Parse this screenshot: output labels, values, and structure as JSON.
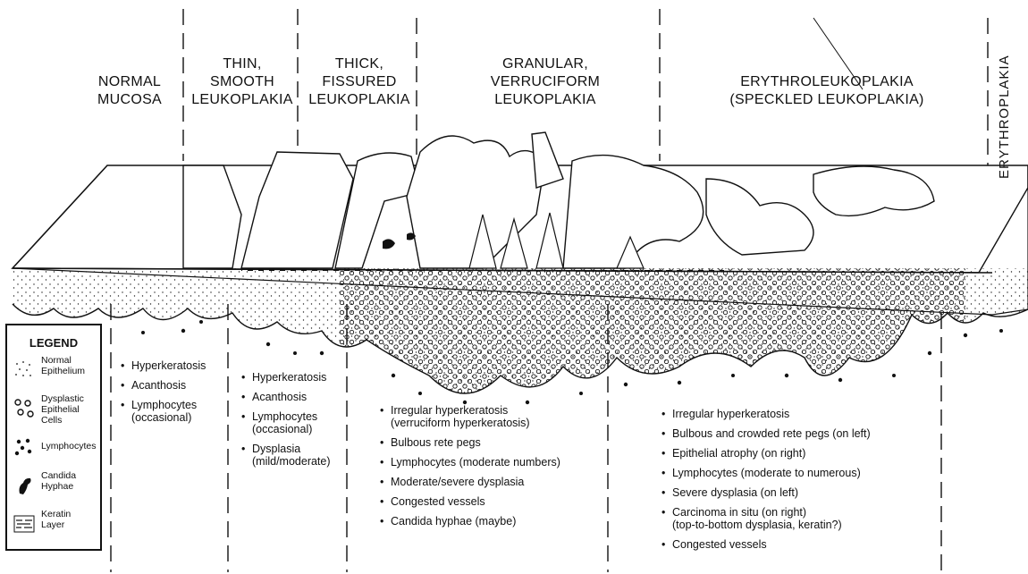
{
  "headers": [
    {
      "id": "normal",
      "lines": [
        "NORMAL",
        "MUCOSA"
      ]
    },
    {
      "id": "thin",
      "lines": [
        "THIN,",
        "SMOOTH",
        "LEUKOPLAKIA"
      ]
    },
    {
      "id": "thick",
      "lines": [
        "THICK,",
        "FISSURED",
        "LEUKOPLAKIA"
      ]
    },
    {
      "id": "granular",
      "lines": [
        "GRANULAR,",
        "VERRUCIFORM",
        "LEUKOPLAKIA"
      ]
    },
    {
      "id": "erythroleuko",
      "lines": [
        "ERYTHROLEUKOPLAKIA",
        "(SPECKLED LEUKOPLAKIA)"
      ]
    },
    {
      "id": "erythro",
      "lines": [
        "ERYTHROPLAKIA"
      ]
    }
  ],
  "findings": {
    "normal": [
      [
        "Hyperkeratosis"
      ],
      [
        "Acanthosis"
      ],
      [
        "Lymphocytes",
        "(occasional)"
      ]
    ],
    "thin": [
      [
        "Hyperkeratosis"
      ],
      [
        "Acanthosis"
      ],
      [
        "Lymphocytes",
        "(occasional)"
      ],
      [
        "Dysplasia",
        "(mild/moderate)"
      ]
    ],
    "granular": [
      [
        "Irregular hyperkeratosis",
        "(verruciform hyperkeratosis)"
      ],
      [
        "Bulbous rete pegs"
      ],
      [
        "Lymphocytes (moderate numbers)"
      ],
      [
        "Moderate/severe dysplasia"
      ],
      [
        "Congested vessels"
      ],
      [
        "Candida hyphae (maybe)"
      ]
    ],
    "erythroleuko": [
      [
        "Irregular hyperkeratosis"
      ],
      [
        "Bulbous and crowded rete pegs (on left)"
      ],
      [
        "Epithelial atrophy (on right)"
      ],
      [
        "Lymphocytes (moderate to numerous)"
      ],
      [
        "Severe dysplasia (on left)"
      ],
      [
        "Carcinoma in situ (on right)",
        "(top-to-bottom dysplasia, keratin?)"
      ],
      [
        "Congested vessels"
      ]
    ]
  },
  "legend": {
    "title": "LEGEND",
    "items": [
      {
        "id": "normal-epithelium",
        "lines": [
          "Normal",
          "Epithelium"
        ],
        "icon": "fine-dots"
      },
      {
        "id": "dysplastic-cells",
        "lines": [
          "Dysplastic",
          "Epithelial",
          "Cells"
        ],
        "icon": "open-circles"
      },
      {
        "id": "lymphocytes",
        "lines": [
          "Lymphocytes"
        ],
        "icon": "solid-dots"
      },
      {
        "id": "candida",
        "lines": [
          "Candida",
          "Hyphae"
        ],
        "icon": "hyphae-blot"
      },
      {
        "id": "keratin",
        "lines": [
          "Keratin",
          "Layer"
        ],
        "icon": "dash-lines"
      }
    ]
  }
}
